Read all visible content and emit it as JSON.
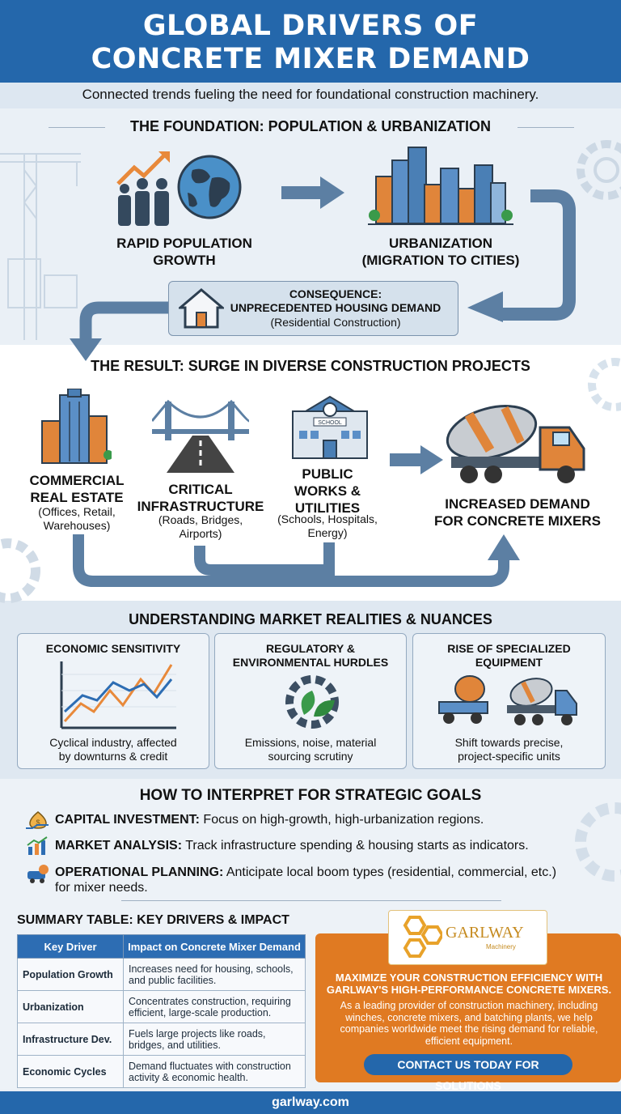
{
  "header": {
    "title_line1": "GLOBAL DRIVERS OF",
    "title_line2": "CONCRETE MIXER DEMAND",
    "subtitle": "Connected trends fueling the need for foundational construction machinery."
  },
  "foundation": {
    "title": "THE FOUNDATION: POPULATION & URBANIZATION",
    "population_line1": "RAPID POPULATION",
    "population_line2": "GROWTH",
    "urbanization_line1": "URBANIZATION",
    "urbanization_line2": "(MIGRATION TO CITIES)",
    "consequence_line1": "CONSEQUENCE:",
    "consequence_line2": "UNPRECEDENTED HOUSING DEMAND",
    "consequence_line3": "(Residential Construction)"
  },
  "result": {
    "title": "THE RESULT: SURGE IN DIVERSE CONSTRUCTION PROJECTS",
    "commercial": {
      "line1": "COMMERCIAL",
      "line2": "REAL ESTATE",
      "sub1": "(Offices, Retail,",
      "sub2": "Warehouses)"
    },
    "infrastructure": {
      "line1": "CRITICAL",
      "line2": "INFRASTRUCTURE",
      "sub1": "(Roads, Bridges,",
      "sub2": "Airports)"
    },
    "public_works": {
      "line1": "PUBLIC",
      "line2": "WORKS &",
      "line3": "UTILITIES",
      "sub1": "(Schools, Hospitals,",
      "sub2": "Energy)",
      "sign": "SCHOOL"
    },
    "demand_line1": "INCREASED DEMAND",
    "demand_line2": "FOR CONCRETE MIXERS"
  },
  "realities": {
    "title": "UNDERSTANDING MARKET REALITIES & NUANCES",
    "cards": [
      {
        "title1": "ECONOMIC SENSITIVITY",
        "title2": "",
        "desc1": "Cyclical industry, affected",
        "desc2": "by downturns & credit"
      },
      {
        "title1": "REGULATORY &",
        "title2": "ENVIRONMENTAL HURDLES",
        "desc1": "Emissions, noise, material",
        "desc2": "sourcing scrutiny"
      },
      {
        "title1": "RISE OF SPECIALIZED",
        "title2": "EQUIPMENT",
        "desc1": "Shift towards precise,",
        "desc2": "project-specific units"
      }
    ]
  },
  "interpret": {
    "title": "HOW TO INTERPRET FOR STRATEGIC GOALS",
    "items": [
      {
        "label": "CAPITAL INVESTMENT:",
        "text": " Focus on high-growth, high-urbanization regions."
      },
      {
        "label": "MARKET ANALYSIS:",
        "text": "  Track infrastructure spending & housing starts as indicators."
      },
      {
        "label": "OPERATIONAL PLANNING:",
        "text": " Anticipate local boom types (residential, commercial, etc.)",
        "text2": "for mixer needs."
      }
    ]
  },
  "summary": {
    "title": "SUMMARY TABLE: KEY DRIVERS & IMPACT",
    "headers": [
      "Key Driver",
      "Impact on Concrete Mixer Demand"
    ],
    "rows": [
      [
        "Population Growth",
        "Increases need for housing, schools, and public facilities."
      ],
      [
        "Urbanization",
        "Concentrates construction, requiring efficient, large-scale production."
      ],
      [
        "Infrastructure Dev.",
        "Fuels large projects like roads, bridges, and utilities."
      ],
      [
        "Economic Cycles",
        "Demand fluctuates with construction activity & economic health."
      ]
    ]
  },
  "cta": {
    "logo_name": "GARLWAY",
    "logo_sub": "Machinery",
    "title": "MAXIMIZE YOUR CONSTRUCTION EFFICIENCY WITH GARLWAY'S HIGH-PERFORMANCE CONCRETE MIXERS.",
    "desc": "As a leading provider of construction machinery, including winches, concrete mixers, and batching plants, we help companies worldwide meet the rising demand for reliable, efficient equipment.",
    "button": "CONTACT US TODAY FOR SOLUTIONS"
  },
  "footer": {
    "url": "garlway.com"
  },
  "colors": {
    "brand_blue": "#2467ab",
    "orange": "#e07a22",
    "arrow_blue": "#5c7fa3",
    "orange_accent": "#e8893a"
  },
  "icons": [
    "people-growth-icon",
    "globe-icon",
    "city-skyline-icon",
    "house-icon",
    "office-building-icon",
    "bridge-road-icon",
    "school-building-icon",
    "concrete-mixer-truck-icon",
    "line-chart-icon",
    "gear-leaf-icon",
    "mixer-equipment-icon",
    "money-bag-icon",
    "analysis-chart-icon",
    "planning-icon"
  ]
}
